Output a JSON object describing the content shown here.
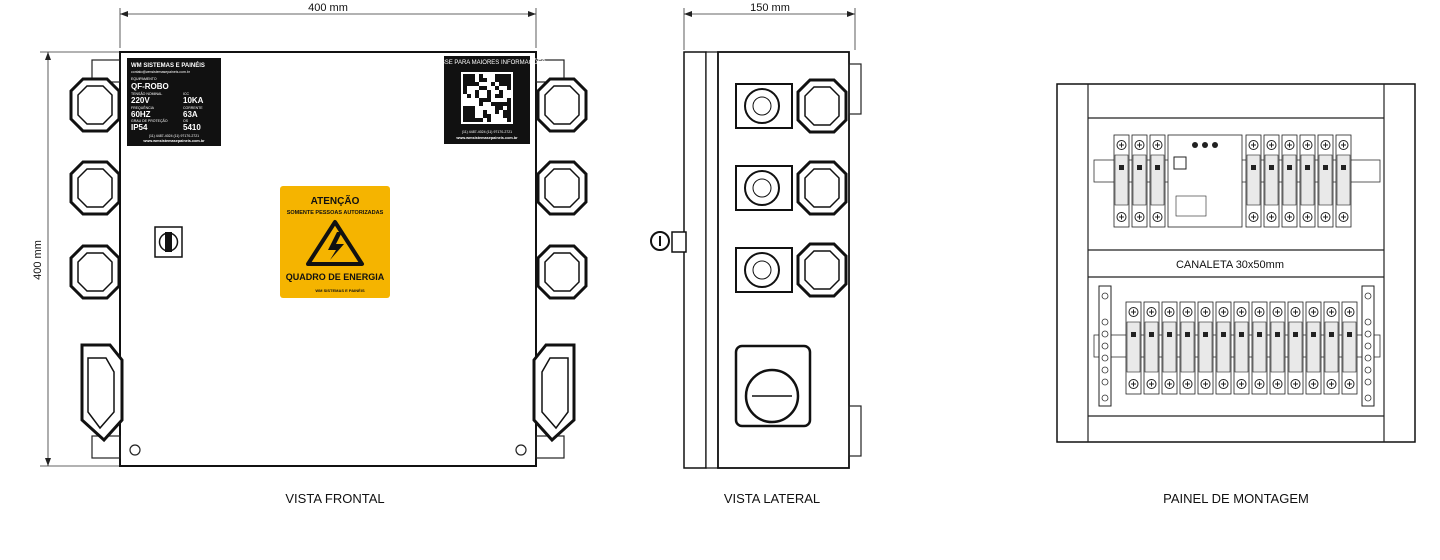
{
  "dimensions": {
    "width_front": "400 mm",
    "width_side": "150 mm",
    "height_front": "400 mm"
  },
  "views": {
    "front": "VISTA FRONTAL",
    "side": "VISTA LATERAL",
    "panel": "PAINEL DE MONTAGEM"
  },
  "nameplate": {
    "brand": "WM SISTEMAS E PAINÉIS",
    "contact": "contato@wmsistemasepaineis.com.br",
    "model_label": "EQUIPAMENTO",
    "model": "QF-ROBO",
    "voltage_label": "TENSÃO NOMINAL",
    "voltage": "220V",
    "icc_label": "ICC",
    "icc": "10KA",
    "freq_label": "FREQUÊNCIA",
    "freq": "60HZ",
    "current_label": "CORRENTE",
    "current": "63A",
    "ip_label": "GRAU DE PROTEÇÃO",
    "ip": "IP54",
    "os_label": "OS",
    "os": "5410",
    "phones": "(11) 4487-4024 (11) 97170-2721",
    "site": "www.wmsistemasepaineis.com.br"
  },
  "qr": {
    "title": "ACESSE PARA MAIORES INFORMAÇÕES",
    "phones": "(11) 4487-4024 (11) 97170-2721",
    "site": "www.wmsistemasepaineis.com.br"
  },
  "warning": {
    "title": "ATENÇÃO",
    "subtitle": "SOMENTE PESSOAS AUTORIZADAS",
    "footer": "QUADRO DE ENERGIA",
    "brand": "WM SISTEMAS E PAINÉIS"
  },
  "panel": {
    "duct": "CANALETA 30x50mm"
  },
  "colors": {
    "warning": "#F5B400",
    "plate": "#111111"
  }
}
